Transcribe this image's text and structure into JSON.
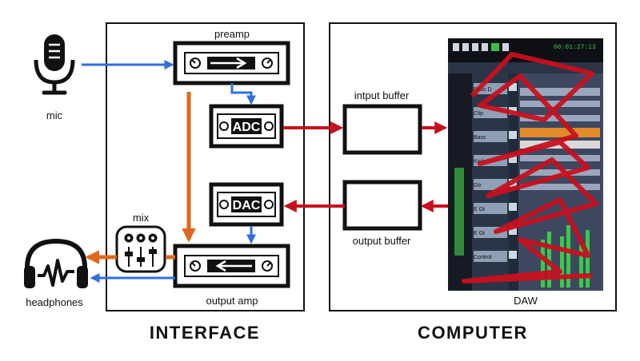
{
  "labels": {
    "mic": "mic",
    "preamp": "preamp",
    "adc": "ADC",
    "dac": "DAC",
    "mix": "mix",
    "output_amp": "output amp",
    "headphones": "headphones",
    "input_buffer": "intput buffer",
    "output_buffer": "output buffer",
    "daw": "DAW",
    "interface_section": "INTERFACE",
    "computer_section": "COMPUTER"
  },
  "daw_screen": {
    "timecode": "00:01:27:13",
    "track_names": [
      "Bass D",
      "Clip",
      "Bass",
      "Kick",
      "Gtr",
      "E Gt",
      "E Gt",
      "Control"
    ]
  },
  "colors": {
    "blue_signal": "#2f6fe0",
    "orange_signal": "#e0681e",
    "red_signal": "#c8101e",
    "outline": "#111111",
    "daw_background": "#1f2a3a",
    "daw_waveform_orange": "#e08a2a",
    "daw_meter_green": "#3cc84a"
  }
}
